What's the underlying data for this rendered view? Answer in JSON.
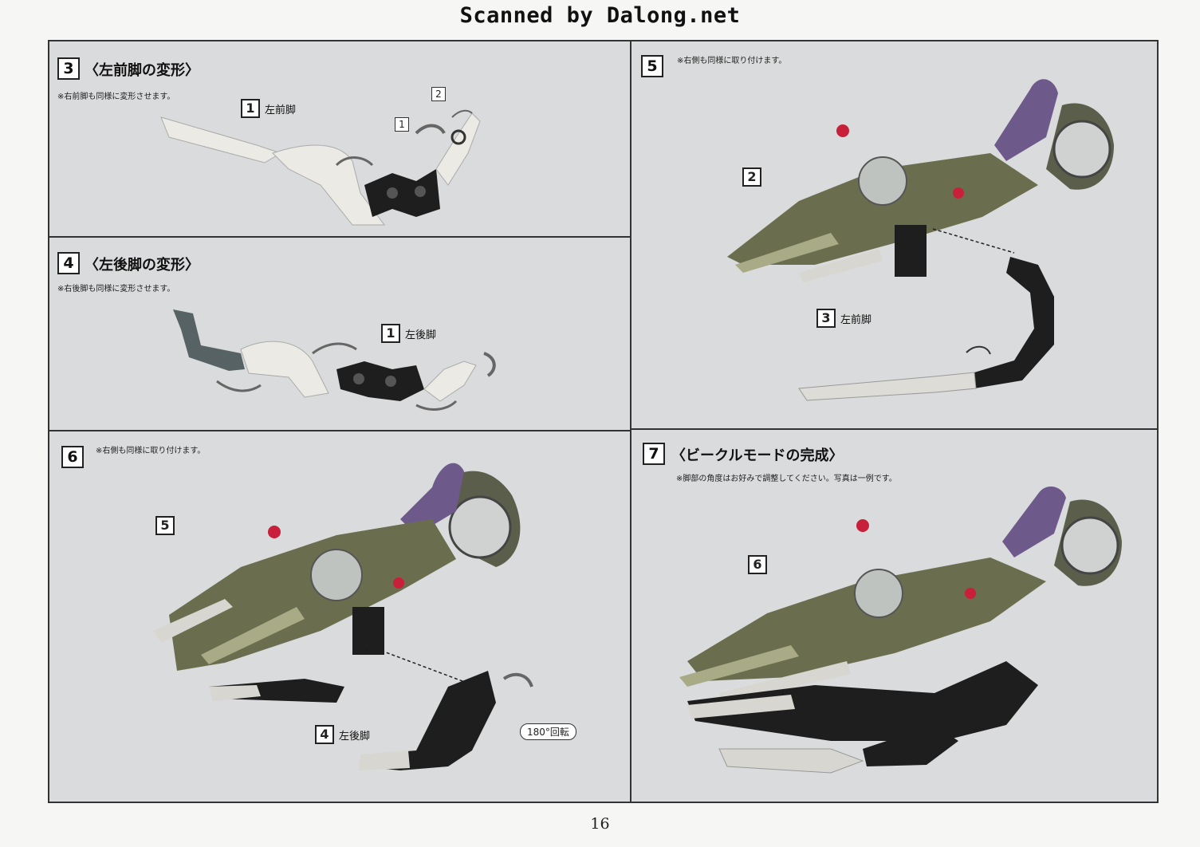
{
  "watermark": "Scanned by Dalong.net",
  "page_number": "16",
  "steps": [
    {
      "number": "3",
      "title": "〈左前脚の変形〉",
      "note": "※右前脚も同様に変形させます。",
      "callouts": [
        {
          "num": "1",
          "label": "左前脚"
        }
      ],
      "sub_numbers": [
        "2",
        "1"
      ]
    },
    {
      "number": "4",
      "title": "〈左後脚の変形〉",
      "note": "※右後脚も同様に変形させます。",
      "callouts": [
        {
          "num": "1",
          "label": "左後脚"
        }
      ]
    },
    {
      "number": "5",
      "title": "",
      "note": "※右側も同様に取り付けます。",
      "callouts": [
        {
          "num": "2",
          "label": ""
        },
        {
          "num": "3",
          "label": "左前脚"
        }
      ]
    },
    {
      "number": "6",
      "title": "",
      "note": "※右側も同様に取り付けます。",
      "callouts": [
        {
          "num": "5",
          "label": ""
        },
        {
          "num": "4",
          "label": "左後脚"
        }
      ],
      "rotation": "180°回転"
    },
    {
      "number": "7",
      "title": "〈ビークルモードの完成〉",
      "note": "※脚部の角度はお好みで調整してください。写真は一例です。",
      "callouts": [
        {
          "num": "6",
          "label": ""
        }
      ]
    }
  ],
  "colors": {
    "panel_bg": "#d9dbdc",
    "border": "#333333",
    "olive": "#6b6e4e",
    "purple": "#6e5a8a",
    "black_part": "#1e1e1e",
    "clear_part": "#eceae4",
    "accent_red": "#c8203a"
  }
}
